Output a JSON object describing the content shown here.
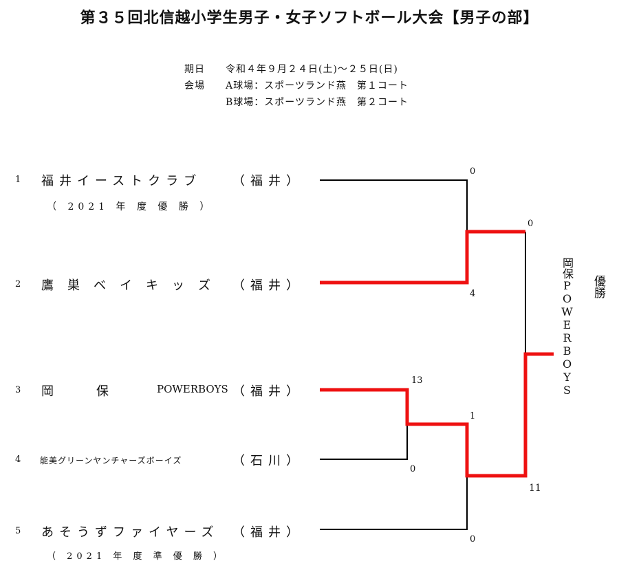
{
  "title": "第３５回北信越小学生男子・女子ソフトボール大会【男子の部】",
  "schedule": {
    "date_label": "期日",
    "date_value": "令和４年９月２４日(土)～２５日(日)",
    "venue_label": "会場",
    "venue_a": "A球場：スポーツランド燕　第１コート",
    "venue_b": "B球場：スポーツランド燕　第２コート"
  },
  "teams": [
    {
      "seed": "1",
      "name": "福井イーストクラブ",
      "pref": "（福井）",
      "note": "（ 2021 年 度 優 勝 ）"
    },
    {
      "seed": "2",
      "name": "鷹巣ベイキッズ",
      "pref": "（福井）"
    },
    {
      "seed": "3",
      "name_left": "岡",
      "name_mid": "保",
      "name_right": "POWERBOYS",
      "pref": "（福井）"
    },
    {
      "seed": "4",
      "name": "能美グリーンヤンチャーズボーイズ",
      "pref": "（石川）"
    },
    {
      "seed": "5",
      "name": "あそうずファイヤーズ",
      "pref": "（福井）",
      "note": "（ 2021 年 度 準 優 勝 ）"
    }
  ],
  "scores": {
    "m1_team1": "0",
    "m1_team2": "4",
    "m2_team3": "13",
    "m2_team4": "0",
    "m3_top": "1",
    "m3_team5": "0",
    "final_top": "0",
    "final_bottom": "11"
  },
  "champion": {
    "name": "岡保POWERBOYS",
    "label": "優勝"
  },
  "colors": {
    "winner_line": "#ee1111",
    "loser_line": "#000000"
  }
}
